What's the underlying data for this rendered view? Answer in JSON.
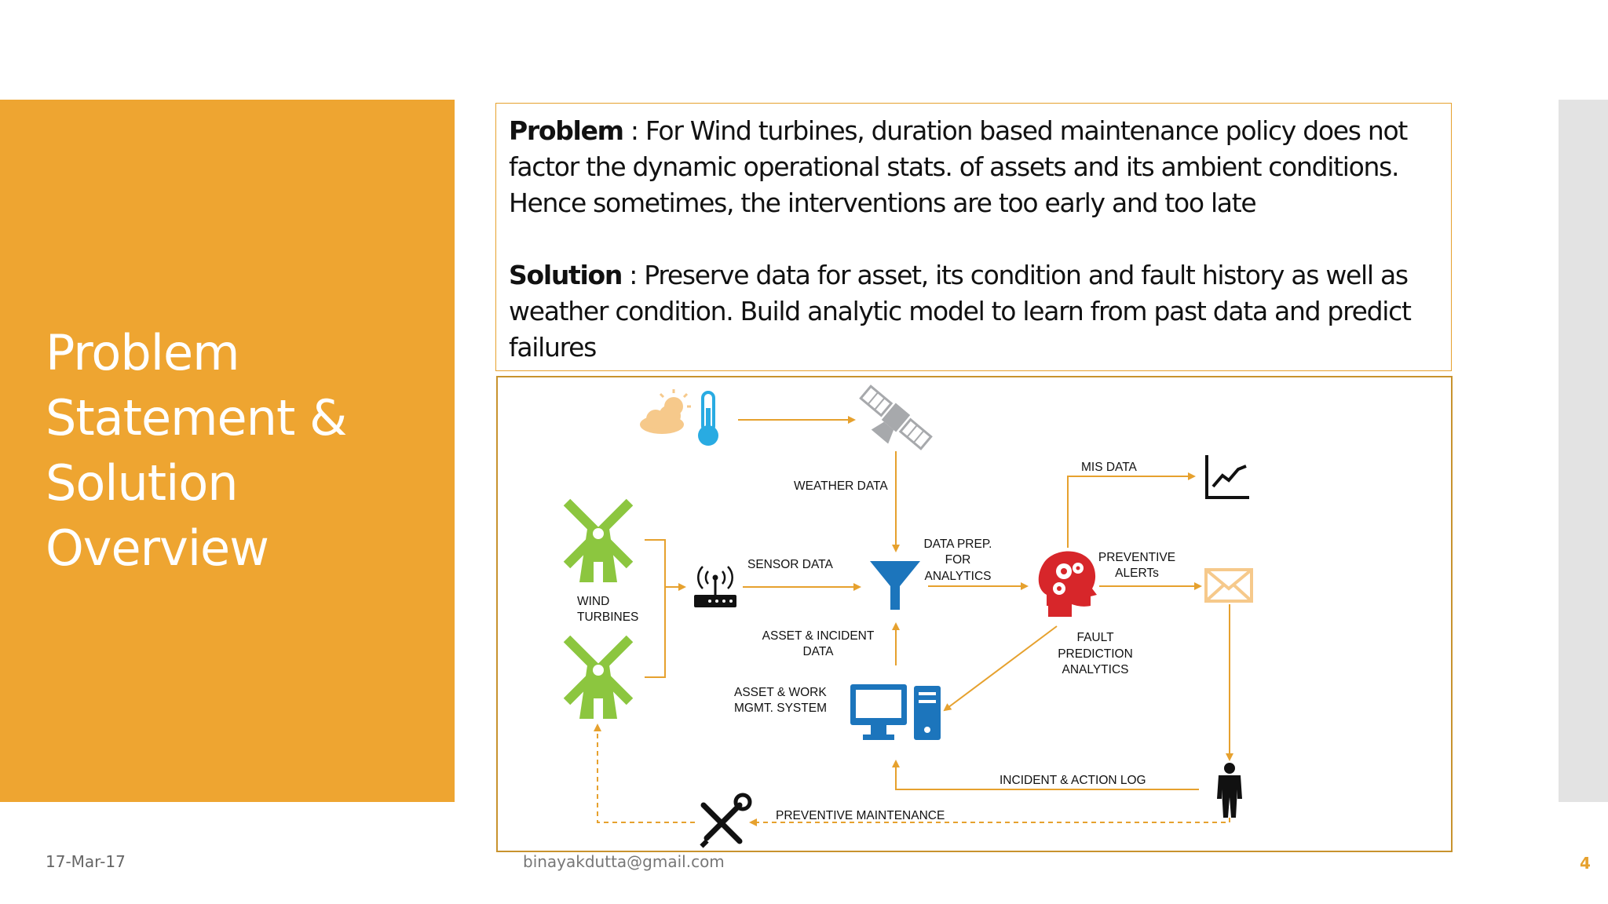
{
  "slide": {
    "title_lines": [
      "Problem",
      "Statement &",
      "Solution",
      "Overview"
    ],
    "problem_label": "Problem",
    "problem_text": " : For Wind turbines, duration based maintenance policy does not factor the dynamic operational stats. of assets and its ambient conditions. Hence sometimes, the interventions are too early and too late",
    "solution_label": "Solution",
    "solution_text": " : Preserve data for asset, its condition and fault history as well as weather condition. Build analytic model to learn from past data and predict failures"
  },
  "diagram": {
    "labels": {
      "weather_data": "WEATHER DATA",
      "mis_data": "MIS DATA",
      "data_prep_1": "DATA PREP.",
      "data_prep_2": "FOR",
      "data_prep_3": "ANALYTICS",
      "sensor_data": "SENSOR DATA",
      "preventive_alerts_1": "PREVENTIVE",
      "preventive_alerts_2": "ALERTs",
      "wind_turbines_1": "WIND",
      "wind_turbines_2": "TURBINES",
      "asset_incident_1": "ASSET & INCIDENT",
      "asset_incident_2": "DATA",
      "fault_1": "FAULT",
      "fault_2": "PREDICTION",
      "fault_3": "ANALYTICS",
      "asset_work_1": "ASSET & WORK",
      "asset_work_2": "MGMT. SYSTEM",
      "incident_log": "INCIDENT & ACTION LOG",
      "preventive_maintenance": "PREVENTIVE MAINTENANCE"
    },
    "colors": {
      "arrow": "#E6A12E",
      "turbine": "#8CC63F",
      "computer": "#1C75BC",
      "thermometer": "#29ABE2",
      "head": "#D7262A",
      "satellite": "#A7A9AC",
      "envelope": "#F6C98B"
    }
  },
  "footer": {
    "date": "17-Mar-17",
    "email": "binayakdutta@gmail.com",
    "page": "4"
  }
}
